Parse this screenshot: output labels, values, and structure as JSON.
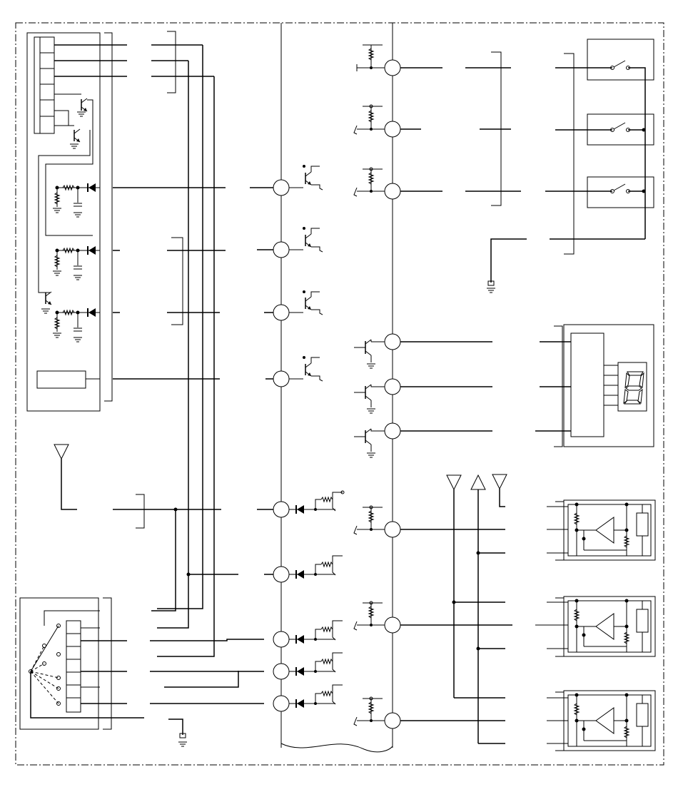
{
  "diagram": {
    "type": "electrical-wiring-schematic",
    "labels": [],
    "colors": {
      "ink": "#000000",
      "paper": "#ffffff"
    },
    "components": {
      "left_module": {
        "connector_pins": 6,
        "led_stages": 3
      },
      "right_switch_box": {
        "switches": 3
      },
      "display_module": {
        "segment_display": "7-segment",
        "lines": 5
      },
      "amplifier_blocks": 3,
      "antennas": 4,
      "ground_symbols": 2,
      "rotary_selector_positions": 7
    }
  }
}
